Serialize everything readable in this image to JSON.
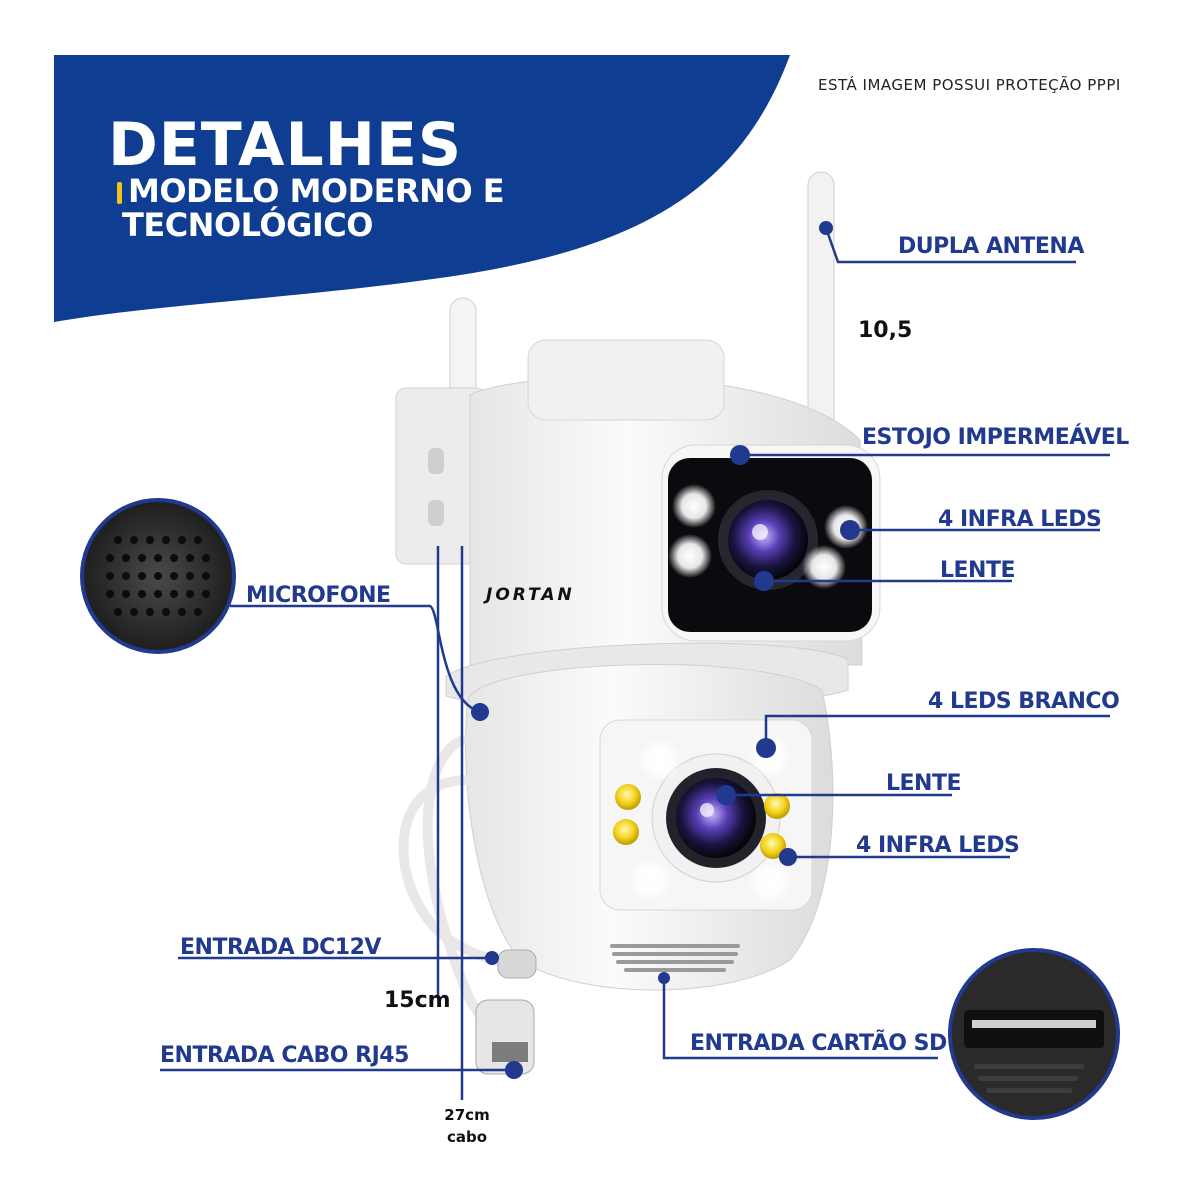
{
  "notice": "ESTÁ IMAGEM POSSUI PROTEÇÃO PPPI",
  "header": {
    "title": "DETALHES",
    "subtitle_line1": "MODELO MODERNO E",
    "subtitle_line2": "TECNOLÓGICO"
  },
  "product": {
    "brand": "JORTAN"
  },
  "callouts": {
    "dual_antenna": "DUPLA ANTENA",
    "waterproof_case": "ESTOJO IMPERMEÁVEL",
    "infra_leds_top": "4  INFRA LEDS",
    "lens_top": "LENTE",
    "microphone": "MICROFONE",
    "white_leds": "4  LEDS BRANCO",
    "lens_bottom": "LENTE",
    "infra_leds_bottom": "4  INFRA LEDS",
    "dc12v_input": "ENTRADA DC12V",
    "rj45_input": "ENTRADA CABO RJ45",
    "sd_card_input": "ENTRADA CARTÃO SD"
  },
  "dimensions": {
    "antenna_height": "10,5",
    "camera_height": "15cm",
    "cable_length": "27cm",
    "cable_word": "cabo"
  },
  "colors": {
    "banner_blue": "#0f3d91",
    "label_blue": "#213a8f",
    "accent_yellow": "#f0c419"
  }
}
